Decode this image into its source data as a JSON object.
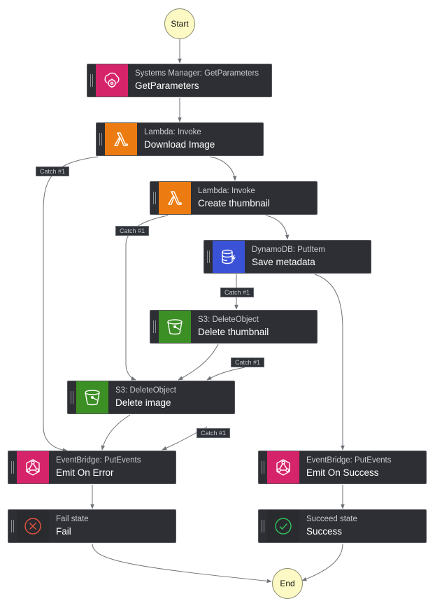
{
  "terminals": {
    "start": "Start",
    "end": "End"
  },
  "states": {
    "get_parameters": {
      "service": "Systems Manager: GetParameters",
      "name": "GetParameters",
      "icon": "systems-manager-icon",
      "color": "#d6246a"
    },
    "download_image": {
      "service": "Lambda: Invoke",
      "name": "Download Image",
      "icon": "lambda-icon",
      "color": "#ec7b11"
    },
    "create_thumbnail": {
      "service": "Lambda: Invoke",
      "name": "Create thumbnail",
      "icon": "lambda-icon",
      "color": "#ec7b11"
    },
    "save_metadata": {
      "service": "DynamoDB: PutItem",
      "name": "Save metadata",
      "icon": "dynamodb-icon",
      "color": "#3a52d6"
    },
    "delete_thumbnail": {
      "service": "S3: DeleteObject",
      "name": "Delete thumbnail",
      "icon": "s3-bucket-icon",
      "color": "#3c8f24"
    },
    "delete_image": {
      "service": "S3: DeleteObject",
      "name": "Delete image",
      "icon": "s3-bucket-icon",
      "color": "#3c8f24"
    },
    "emit_on_error": {
      "service": "EventBridge: PutEvents",
      "name": "Emit On Error",
      "icon": "eventbridge-icon",
      "color": "#d6246a"
    },
    "emit_on_success": {
      "service": "EventBridge: PutEvents",
      "name": "Emit On Success",
      "icon": "eventbridge-icon",
      "color": "#d6246a"
    },
    "fail": {
      "service": "Fail state",
      "name": "Fail",
      "icon": "fail-x-icon",
      "color": "#e0523d"
    },
    "success": {
      "service": "Succeed state",
      "name": "Success",
      "icon": "success-check-icon",
      "color": "#2fbf5a"
    }
  },
  "catch_labels": {
    "download_image": "Catch #1",
    "create_thumbnail": "Catch #1",
    "save_metadata": "Catch #1",
    "delete_thumbnail": "Catch #1",
    "delete_image": "Catch #1"
  }
}
